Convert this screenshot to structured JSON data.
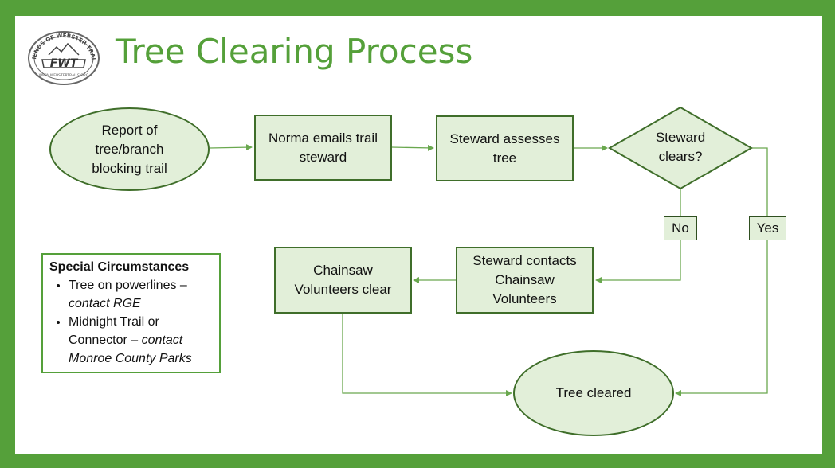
{
  "title": "Tree Clearing Process",
  "logo": {
    "arc_text": "FRIENDS OF WEBSTER TRAILS",
    "initials": "FWT",
    "url": "WWW.WEBSTERTRAILS.ORG"
  },
  "nodes": {
    "report": [
      "Report of",
      "tree/branch",
      "blocking trail"
    ],
    "norma": [
      "Norma emails trail",
      "steward"
    ],
    "assess": [
      "Steward assesses",
      "tree"
    ],
    "decision": [
      "Steward",
      "clears?"
    ],
    "contacts": [
      "Steward contacts",
      "Chainsaw",
      "Volunteers"
    ],
    "chainsaw": [
      "Chainsaw",
      "Volunteers clear"
    ],
    "cleared": "Tree cleared"
  },
  "labels": {
    "no": "No",
    "yes": "Yes"
  },
  "special": {
    "heading": "Special Circumstances",
    "items": [
      {
        "text": "Tree on powerlines – ",
        "emphasis": "contact RGE"
      },
      {
        "text": "Midnight Trail or Connector – ",
        "emphasis": "contact Monroe County Parks"
      }
    ]
  },
  "colors": {
    "frame": "#55a03a",
    "title": "#55a03a",
    "node_fill": "#e2efd9",
    "node_border": "#3f6e2a",
    "connector": "#6aa84f"
  }
}
